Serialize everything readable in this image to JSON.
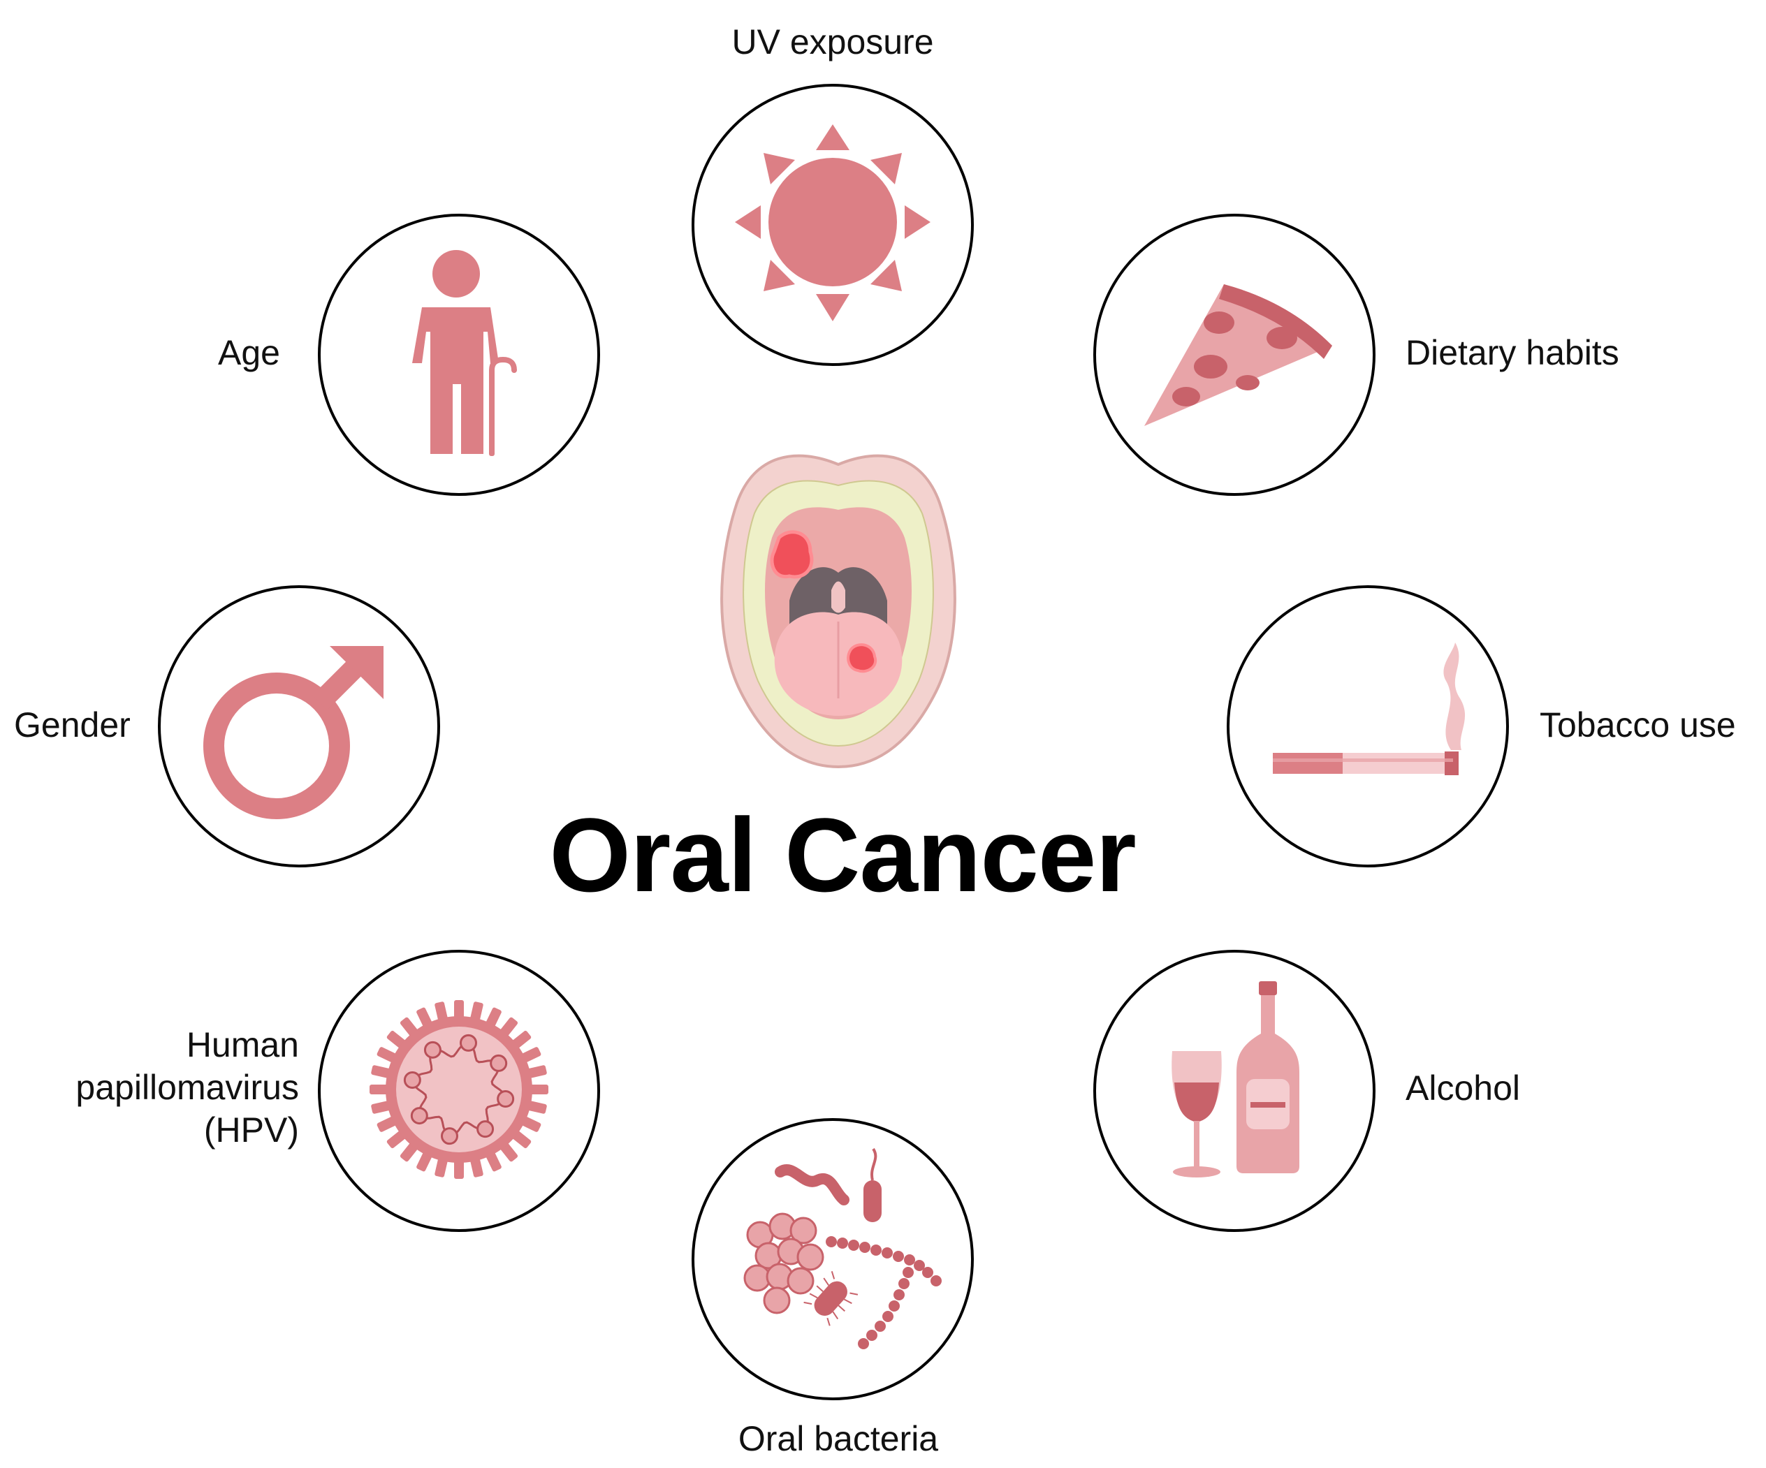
{
  "title": "Oral Cancer",
  "colors": {
    "accent": "#DC7F85",
    "accent_dark": "#C8626A",
    "accent_light": "#EFB6B9",
    "ring": "#000000",
    "lesion": "#F0505A"
  },
  "factors": [
    {
      "id": "uv",
      "label": "UV exposure",
      "icon": "sun-icon"
    },
    {
      "id": "diet",
      "label": "Dietary habits",
      "icon": "pizza-slice-icon"
    },
    {
      "id": "tobacco",
      "label": "Tobacco use",
      "icon": "cigarette-icon"
    },
    {
      "id": "alcohol",
      "label": "Alcohol",
      "icon": "wine-and-bottle-icon"
    },
    {
      "id": "bacteria",
      "label": "Oral bacteria",
      "icon": "bacteria-icon"
    },
    {
      "id": "hpv",
      "label_lines": [
        "Human",
        "papillomavirus",
        "(HPV)"
      ],
      "icon": "virus-icon"
    },
    {
      "id": "gender",
      "label": "Gender",
      "icon": "male-symbol-icon"
    },
    {
      "id": "age",
      "label": "Age",
      "icon": "elderly-person-icon"
    }
  ]
}
